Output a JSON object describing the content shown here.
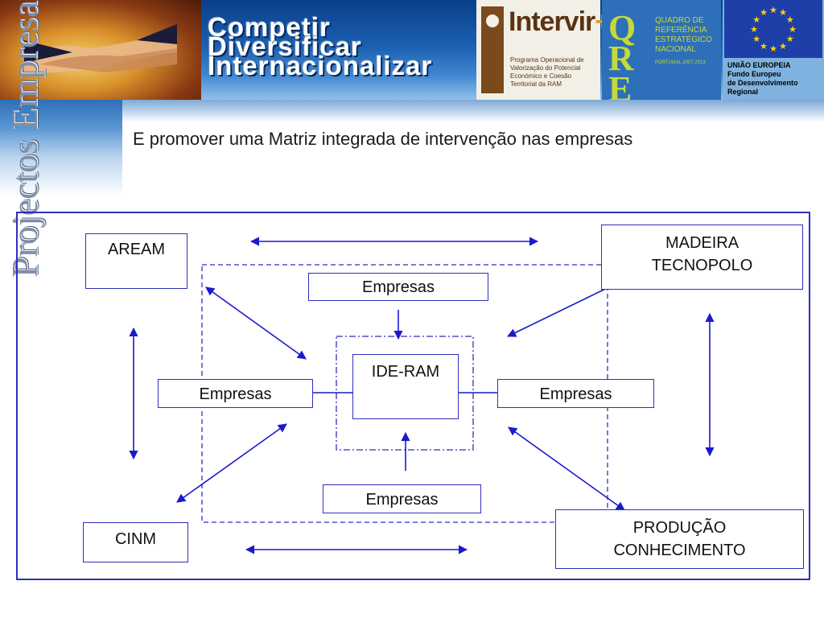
{
  "header": {
    "slogan": [
      "Competir",
      "Diversificar",
      "Internacionalizar"
    ],
    "intervir": {
      "title": "Intervir",
      "plus": "+",
      "subtitle": "Programa Operacional de Valorização do Potencial Económico e Coesão Territorial da RAM"
    },
    "qren": {
      "letters": "QREN",
      "text": "QUADRO DE REFERÊNCIA ESTRATÉGICO NACIONAL",
      "small": "PORTUGAL 2007.2013"
    },
    "eu": {
      "line1": "UNIÃO EUROPEIA",
      "line2": "Fundo Europeu",
      "line3": "de Desenvolvimento",
      "line4": "Regional"
    }
  },
  "sidebar": {
    "vertical_title": "Projectos Empresariais"
  },
  "subtitle": "E promover uma Matriz integrada de intervenção nas empresas",
  "diagram": {
    "aream": "AREAM",
    "madeira_tecnopolo": [
      "MADEIRA",
      "TECNOPOLO"
    ],
    "cinm": "CINM",
    "producao_conhecimento": [
      "PRODUÇÃO",
      "CONHECIMENTO"
    ],
    "ide_ram": "IDE-RAM",
    "empresas_top": "Empresas",
    "empresas_left": "Empresas",
    "empresas_right": "Empresas",
    "empresas_bottom": "Empresas"
  },
  "colors": {
    "line": "#1a1acc",
    "box_border": "#2f2fbf",
    "banner": "#1a5fb0"
  }
}
